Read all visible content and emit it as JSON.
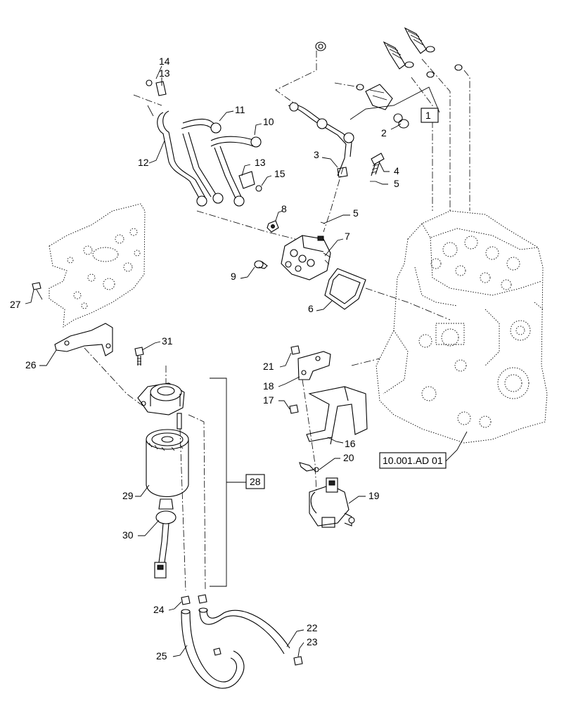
{
  "callouts": [
    {
      "id": "c14",
      "text": "14"
    },
    {
      "id": "c13a",
      "text": "13"
    },
    {
      "id": "c11",
      "text": "11"
    },
    {
      "id": "c10",
      "text": "10"
    },
    {
      "id": "c12",
      "text": "12"
    },
    {
      "id": "c13b",
      "text": "13"
    },
    {
      "id": "c15",
      "text": "15"
    },
    {
      "id": "c3",
      "text": "3"
    },
    {
      "id": "c4",
      "text": "4"
    },
    {
      "id": "c5a",
      "text": "5"
    },
    {
      "id": "c5b",
      "text": "5"
    },
    {
      "id": "c2",
      "text": "2"
    },
    {
      "id": "c8",
      "text": "8"
    },
    {
      "id": "c7",
      "text": "7"
    },
    {
      "id": "c9",
      "text": "9"
    },
    {
      "id": "c6",
      "text": "6"
    },
    {
      "id": "c27",
      "text": "27"
    },
    {
      "id": "c26",
      "text": "26"
    },
    {
      "id": "c31",
      "text": "31"
    },
    {
      "id": "c21",
      "text": "21"
    },
    {
      "id": "c18",
      "text": "18"
    },
    {
      "id": "c17",
      "text": "17"
    },
    {
      "id": "c16",
      "text": "16"
    },
    {
      "id": "c20",
      "text": "20"
    },
    {
      "id": "c19",
      "text": "19"
    },
    {
      "id": "c29",
      "text": "29"
    },
    {
      "id": "c30",
      "text": "30"
    },
    {
      "id": "c24",
      "text": "24"
    },
    {
      "id": "c25",
      "text": "25"
    },
    {
      "id": "c22",
      "text": "22"
    },
    {
      "id": "c23",
      "text": "23"
    }
  ],
  "boxed_labels": [
    {
      "id": "b1",
      "text": "1"
    },
    {
      "id": "b28",
      "text": "28"
    }
  ],
  "reference": {
    "text": "10.001.AD 01"
  }
}
